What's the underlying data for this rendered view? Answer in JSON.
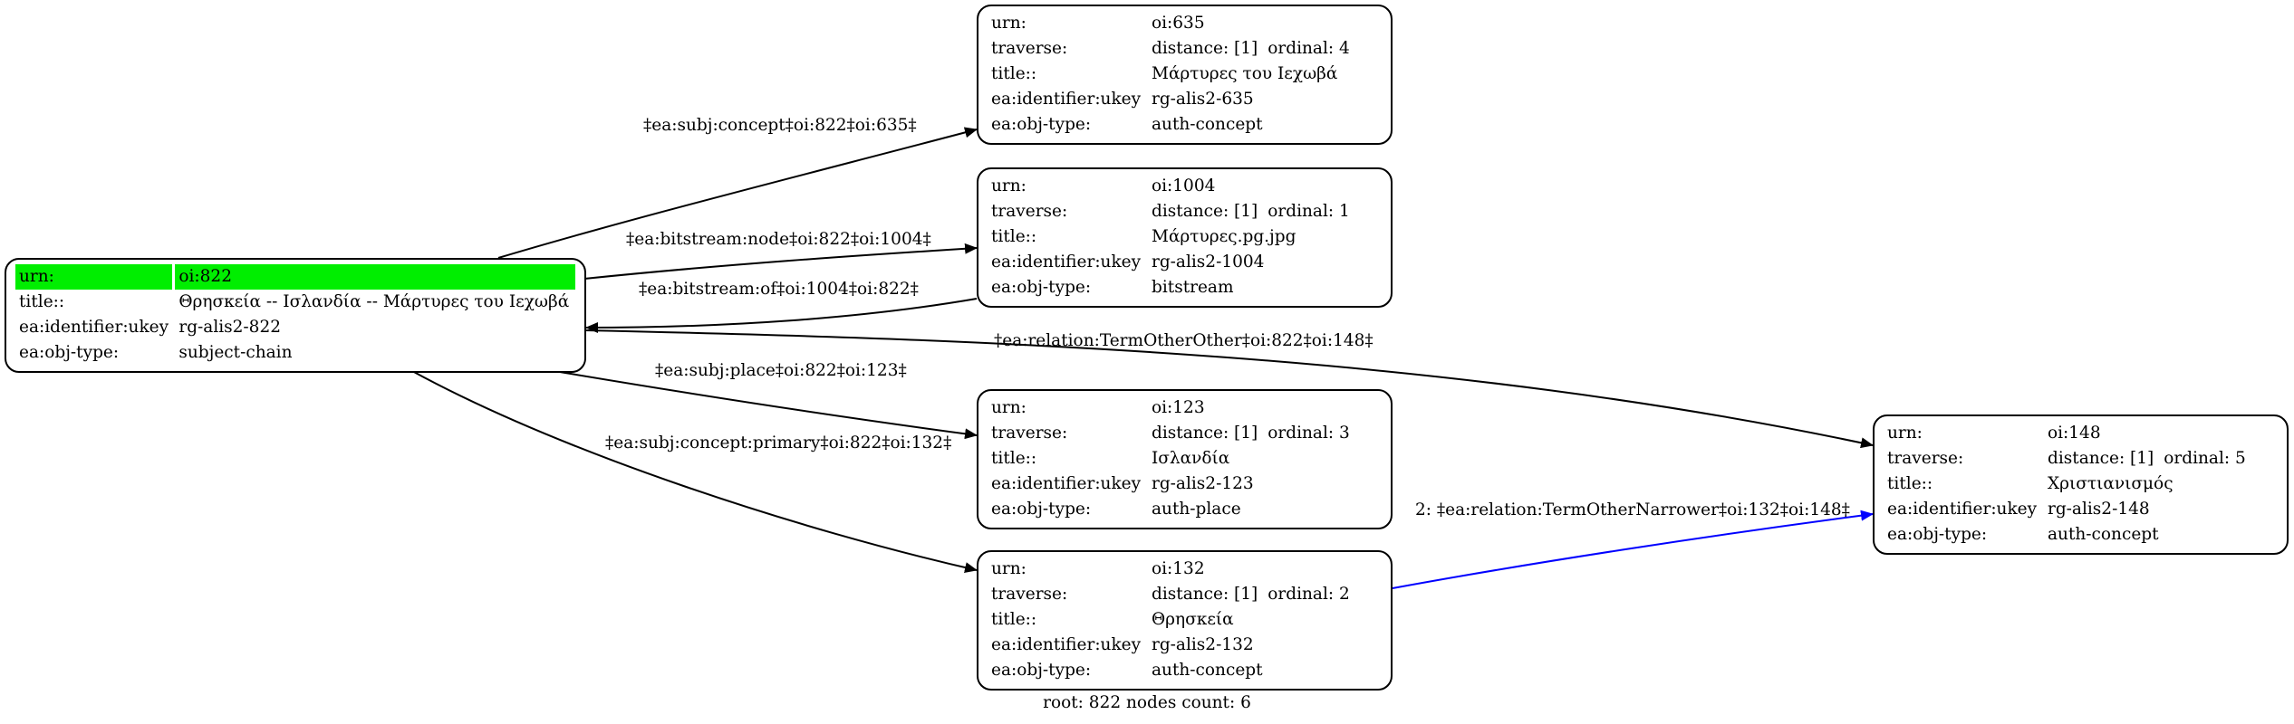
{
  "nodes": {
    "n822": {
      "rows": [
        {
          "k": "urn:",
          "v": "oi:822",
          "highlight": true
        },
        {
          "k": "title::",
          "v": "Θρησκεία -- Ισλανδία -- Μάρτυρες του Ιεχωβά"
        },
        {
          "k": "ea:identifier:ukey",
          "v": "rg-alis2-822"
        },
        {
          "k": "ea:obj-type:",
          "v": "subject-chain"
        }
      ]
    },
    "n635": {
      "rows": [
        {
          "k": "urn:",
          "v": "oi:635"
        },
        {
          "k": "traverse:",
          "v": "distance: [1]",
          "v2": "ordinal: 4"
        },
        {
          "k": "title::",
          "v": "Μάρτυρες του Ιεχωβά"
        },
        {
          "k": "ea:identifier:ukey",
          "v": "rg-alis2-635"
        },
        {
          "k": "ea:obj-type:",
          "v": "auth-concept"
        }
      ]
    },
    "n1004": {
      "rows": [
        {
          "k": "urn:",
          "v": "oi:1004"
        },
        {
          "k": "traverse:",
          "v": "distance: [1]",
          "v2": "ordinal: 1"
        },
        {
          "k": "title::",
          "v": "Μάρτυρες.pg.jpg"
        },
        {
          "k": "ea:identifier:ukey",
          "v": "rg-alis2-1004"
        },
        {
          "k": "ea:obj-type:",
          "v": "bitstream"
        }
      ]
    },
    "n123": {
      "rows": [
        {
          "k": "urn:",
          "v": "oi:123"
        },
        {
          "k": "traverse:",
          "v": "distance: [1]",
          "v2": "ordinal: 3"
        },
        {
          "k": "title::",
          "v": "Ισλανδία"
        },
        {
          "k": "ea:identifier:ukey",
          "v": "rg-alis2-123"
        },
        {
          "k": "ea:obj-type:",
          "v": "auth-place"
        }
      ]
    },
    "n132": {
      "rows": [
        {
          "k": "urn:",
          "v": "oi:132"
        },
        {
          "k": "traverse:",
          "v": "distance: [1]",
          "v2": "ordinal: 2"
        },
        {
          "k": "title::",
          "v": "Θρησκεία"
        },
        {
          "k": "ea:identifier:ukey",
          "v": "rg-alis2-132"
        },
        {
          "k": "ea:obj-type:",
          "v": "auth-concept"
        }
      ]
    },
    "n148": {
      "rows": [
        {
          "k": "urn:",
          "v": "oi:148"
        },
        {
          "k": "traverse:",
          "v": "distance: [1]",
          "v2": "ordinal: 5"
        },
        {
          "k": "title::",
          "v": "Χριστιανισμός"
        },
        {
          "k": "ea:identifier:ukey",
          "v": "rg-alis2-148"
        },
        {
          "k": "ea:obj-type:",
          "v": "auth-concept"
        }
      ]
    }
  },
  "edges": {
    "subj_concept_635": {
      "label": "‡ea:subj:concept‡oi:822‡oi:635‡",
      "color": "#000000"
    },
    "bitstream_node": {
      "label": "‡ea:bitstream:node‡oi:822‡oi:1004‡",
      "color": "#000000"
    },
    "bitstream_of": {
      "label": "‡ea:bitstream:of‡oi:1004‡oi:822‡",
      "color": "#000000"
    },
    "relation_other": {
      "label": "‡ea:relation:TermOtherOther‡oi:822‡oi:148‡",
      "color": "#000000"
    },
    "subj_place": {
      "label": "‡ea:subj:place‡oi:822‡oi:123‡",
      "color": "#000000"
    },
    "subj_concept_primary": {
      "label": "‡ea:subj:concept:primary‡oi:822‡oi:132‡",
      "color": "#000000"
    },
    "relation_narrower": {
      "label": "2: ‡ea:relation:TermOtherNarrower‡oi:132‡oi:148‡",
      "color": "#0000ff"
    }
  },
  "footer": "root: 822 nodes count: 6"
}
